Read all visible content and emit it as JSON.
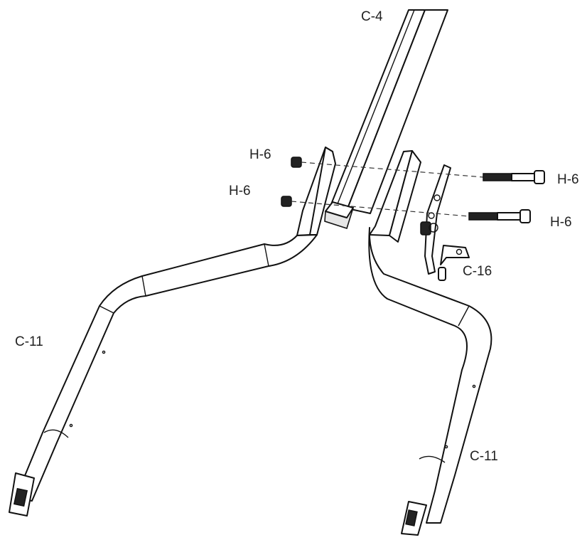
{
  "labels": {
    "c4": "C-4",
    "h6_left_top": "H-6",
    "h6_left_bottom": "H-6",
    "h6_right_top": "H-6",
    "h6_right_bottom": "H-6",
    "c16": "C-16",
    "c11_left": "C-11",
    "c11_right": "C-11"
  }
}
